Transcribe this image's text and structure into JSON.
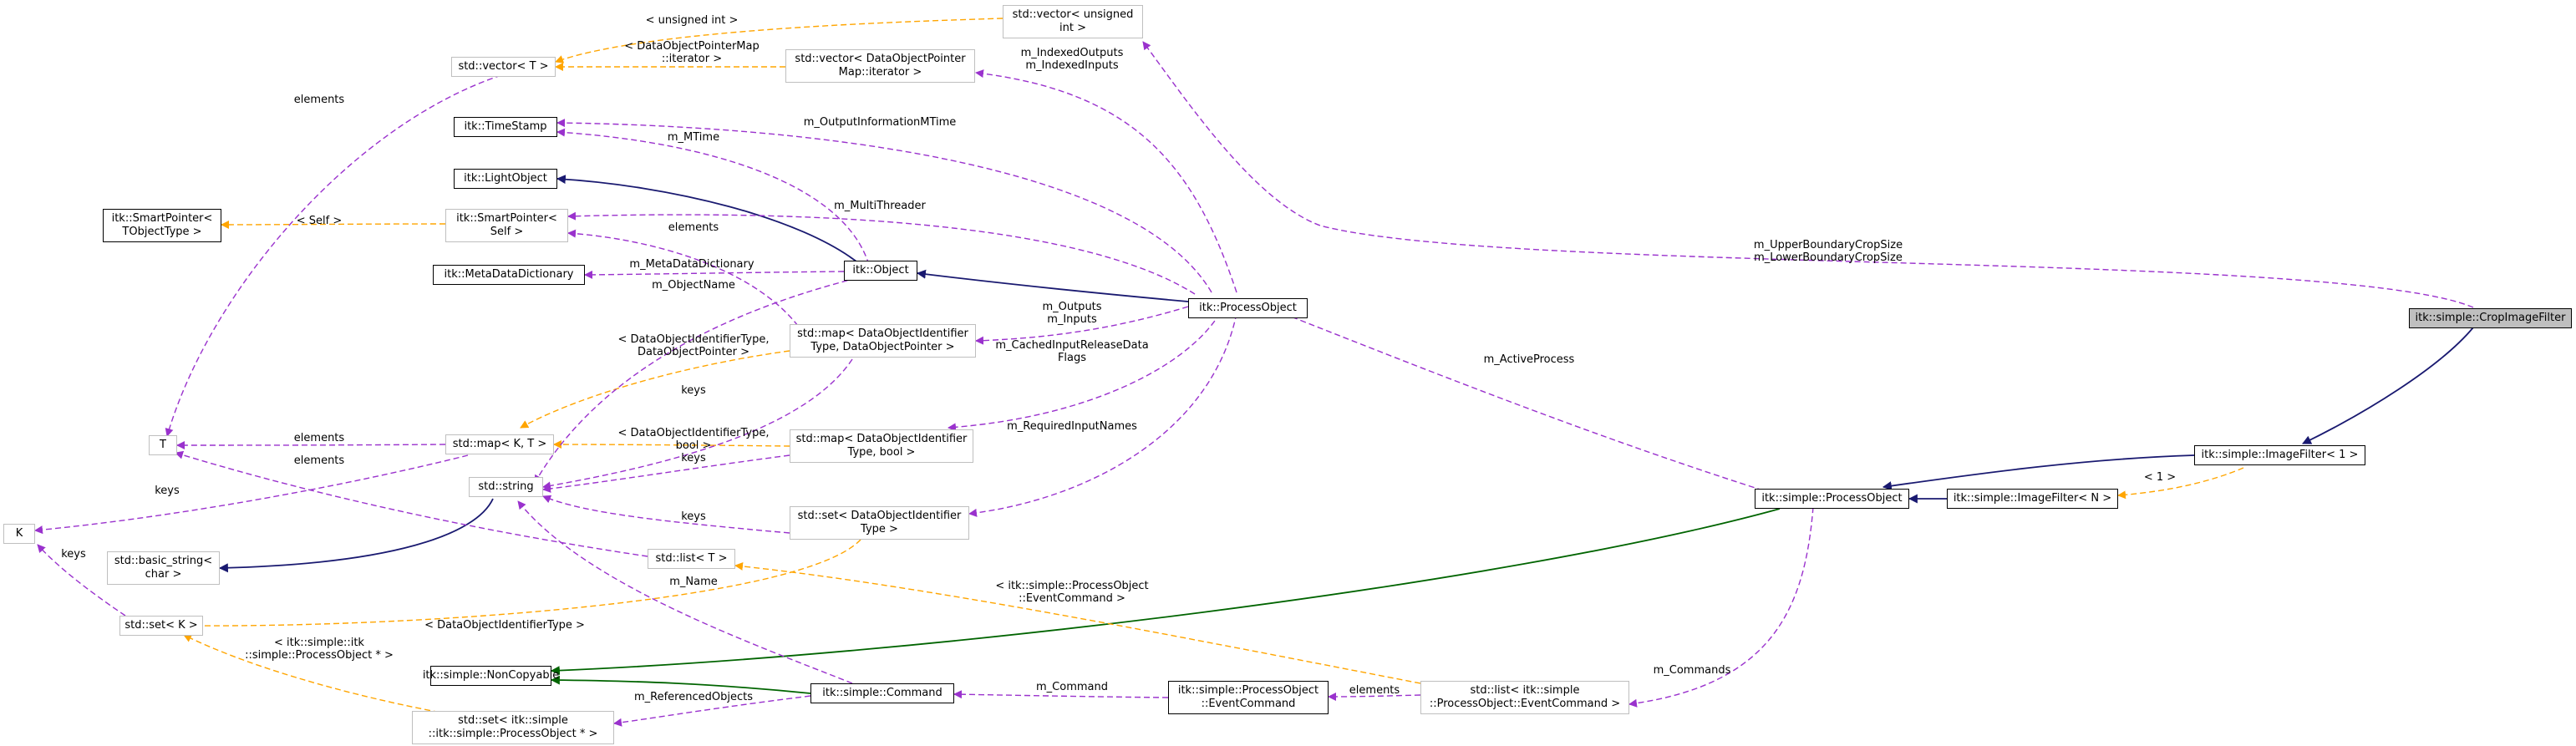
{
  "colors": {
    "uses": "#9a32cd",
    "template": "#ffa500",
    "inherit": "#191970",
    "private_inherit": "#006400",
    "solid_border": "#000000",
    "grey_border": "#bfbfbf",
    "highlight_fill": "#bfbfbf"
  },
  "nodes": {
    "vector_uint": "std::vector< unsigned\nint >",
    "vector_t": "std::vector< T >",
    "vector_dop_iter": "std::vector< DataObjectPointer\nMap::iterator >",
    "timestamp": "itk::TimeStamp",
    "lightobject": "itk::LightObject",
    "smartpointer_t": "itk::SmartPointer<\nTObjectType >",
    "smartpointer_self": "itk::SmartPointer<\nSelf >",
    "metadatadictionary": "itk::MetaDataDictionary",
    "object": "itk::Object",
    "processobject": "itk::ProcessObject",
    "map_dop": "std::map< DataObjectIdentifier\nType, DataObjectPointer >",
    "t": "T",
    "map_kt": "std::map< K, T >",
    "map_bool": "std::map< DataObjectIdentifier\nType, bool >",
    "string": "std::string",
    "k": "K",
    "set_doi": "std::set< DataObjectIdentifier\nType >",
    "basic_string": "std::basic_string<\nchar >",
    "list_t": "std::list< T >",
    "set_k": "std::set< K >",
    "noncopyable": "itk::simple::NonCopyable",
    "command": "itk::simple::Command",
    "set_po": "std::set< itk::simple\n::itk::simple::ProcessObject * >",
    "eventcommand": "itk::simple::ProcessObject\n::EventCommand",
    "list_ec": "std::list< itk::simple\n::ProcessObject::EventCommand >",
    "simple_po": "itk::simple::ProcessObject",
    "imagefilter_n": "itk::simple::ImageFilter< N >",
    "imagefilter_1": "itk::simple::ImageFilter< 1 >",
    "cropimagefilter": "itk::simple::CropImageFilter"
  },
  "edge_labels": {
    "unsigned_int": "< unsigned int >",
    "dop_map_iter": "< DataObjectPointerMap\n::iterator >",
    "elements_vec": "elements",
    "indexed": "m_IndexedOutputs\nm_IndexedInputs",
    "output_mtime": "m_OutputInformationMTime",
    "mtime": "m_MTime",
    "self": "< Self >",
    "multithreader": "m_MultiThreader",
    "elements_sp": "elements",
    "metadatadictionary": "m_MetaDataDictionary",
    "objectname": "m_ObjectName",
    "outputs_inputs": "m_Outputs\nm_Inputs",
    "doi_dop": "< DataObjectIdentifierType,\nDataObjectPointer >",
    "cached": "m_CachedInputReleaseData\nFlags",
    "keys_map_dop": "keys",
    "elements_map": "elements",
    "elements_list": "elements",
    "doi_bool": "< DataObjectIdentifierType,\nbool >",
    "keys_map_bool": "keys",
    "required": "m_RequiredInputNames",
    "keys_map": "keys",
    "keys_set_doi": "keys",
    "keys_set": "keys",
    "name": "m_Name",
    "doi_type": "< DataObjectIdentifierType >",
    "po_ptr": "< itk::simple::itk\n::simple::ProcessObject * >",
    "referenced": "m_ReferencedObjects",
    "command": "m_Command",
    "elements_ec": "elements",
    "po_ec": "< itk::simple::ProcessObject\n::EventCommand >",
    "commands": "m_Commands",
    "active": "m_ActiveProcess",
    "crop_size": "m_UpperBoundaryCropSize\nm_LowerBoundaryCropSize",
    "one": "< 1 >"
  }
}
